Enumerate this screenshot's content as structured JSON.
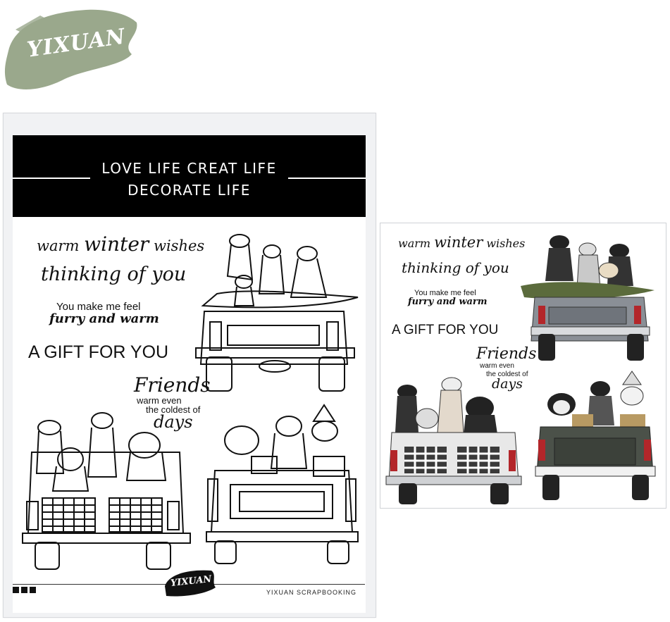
{
  "brand": {
    "name": "YIXUAN",
    "stroke_color": "#9aa88c"
  },
  "package": {
    "header": {
      "line1": "LOVE LIFE    CREAT LIFE",
      "line2": "DECORATE LIFE"
    },
    "sentiments": {
      "warm_pre": "warm ",
      "warm_winter": "winter",
      "warm_post": " wishes",
      "thinking": "thinking of you",
      "furry1": "You make me feel",
      "furry2": "furry and warm",
      "gift": "A GIFT FOR YOU",
      "friends": "Friends",
      "warm_even": "warm even",
      "coldest": "the coldest of",
      "days": "days"
    },
    "footer": {
      "logo_text": "YIXUAN",
      "text": "YIXUAN SCRAPBOOKING"
    }
  },
  "sample": {
    "sentiments": {
      "warm_pre": "warm ",
      "warm_winter": "winter",
      "warm_post": " wishes",
      "thinking": "thinking of you",
      "furry1": "You make me feel",
      "furry2": "furry and warm",
      "gift": "A GIFT FOR YOU",
      "friends": "Friends",
      "warm_even": "warm even",
      "coldest": "the coldest of",
      "days": "days"
    }
  },
  "colors": {
    "ink": "#111111",
    "sheet": "#f1f2f4",
    "header": "#000000",
    "truck_gray": "#8a8f96",
    "plaid": "#3a3a3a",
    "red_light": "#b3262a",
    "greenery": "#5b6b3c"
  }
}
